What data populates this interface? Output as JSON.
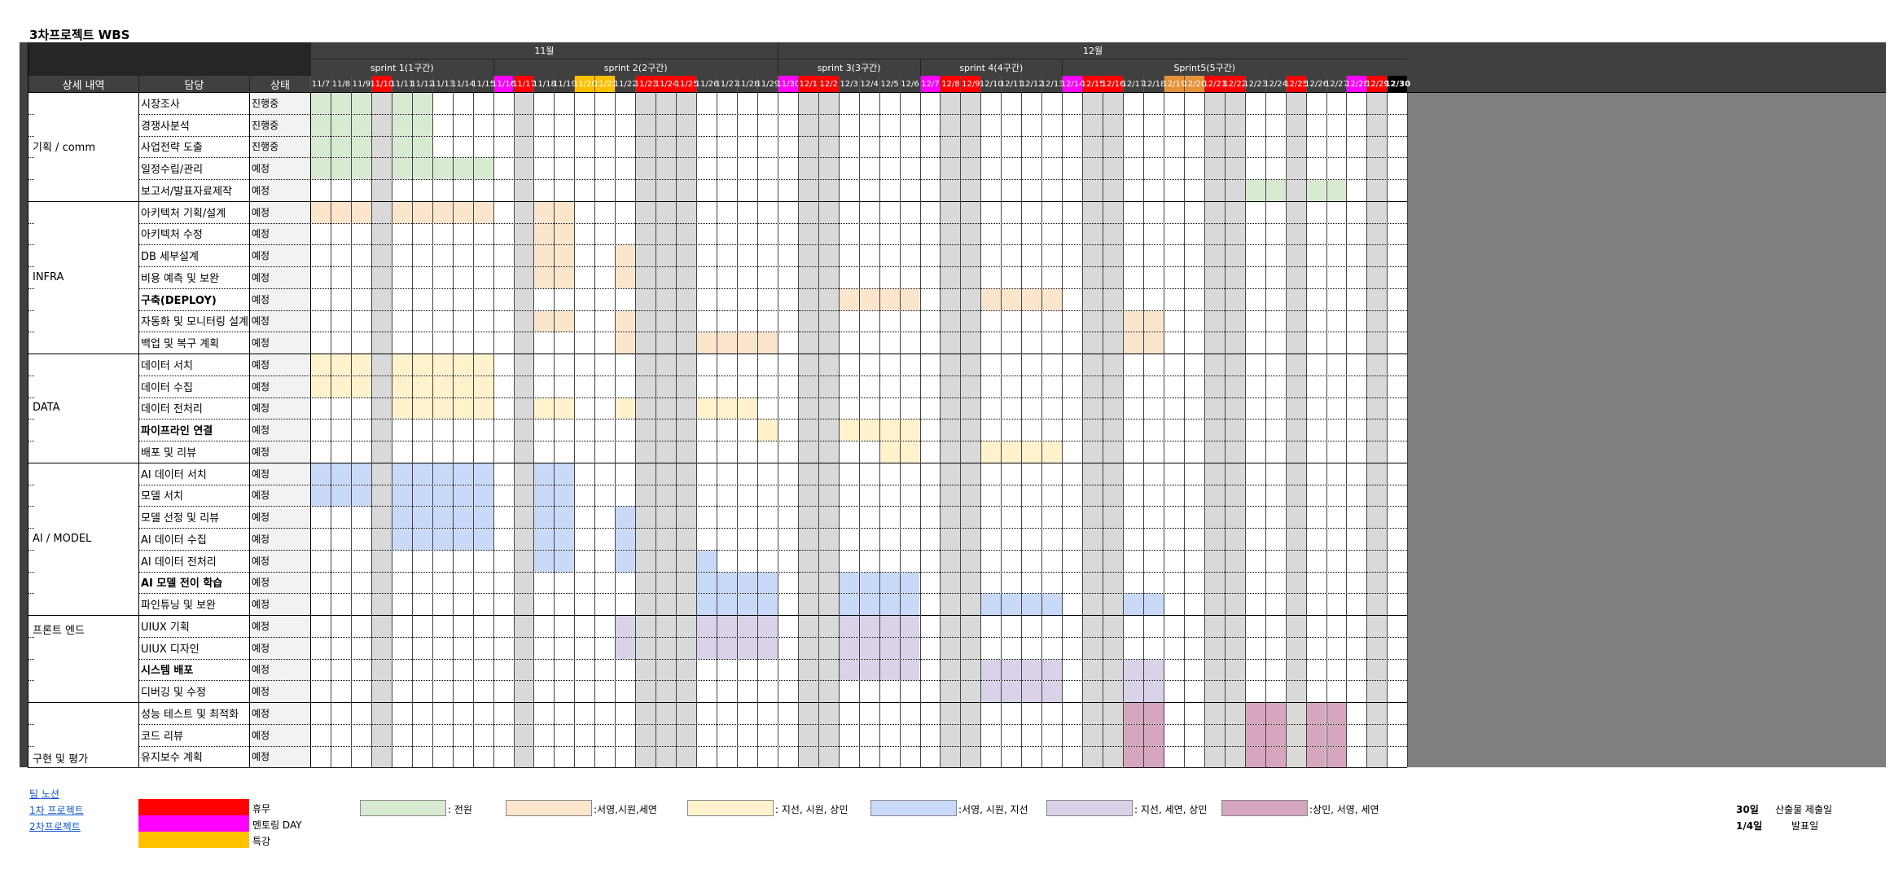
{
  "title": "3차프로젝트 WBS",
  "colors": {
    "header_bg": "#404040",
    "header_dark": "#262626",
    "weekend": "#d9d9d9",
    "holiday": "#ff0000",
    "mentoring": "#ff00ff",
    "lecture": "#ffc000",
    "all": "#d9ead3",
    "infra": "#fce5cd",
    "data": "#fff2cc",
    "ai": "#c9daf8",
    "front": "#d9d2e9",
    "eval": "#d5a6bd",
    "orange_special": "#e69138",
    "last_col": "#7f7f7f"
  },
  "header": {
    "col_detail": "상세 내역",
    "col_owner": "담당",
    "col_status": "상태",
    "months": [
      "11월",
      "12월"
    ],
    "sprints": [
      "sprint 1(1구간)",
      "sprint 2(2구간)",
      "sprint 3(3구간)",
      "sprint 4(4구간)",
      "Sprint5(5구간)"
    ]
  },
  "days": [
    {
      "label": "11/7",
      "type": "normal"
    },
    {
      "label": "11/8",
      "type": "normal"
    },
    {
      "label": "11/9",
      "type": "normal"
    },
    {
      "label": "11/10",
      "type": "holiday"
    },
    {
      "label": "11/11",
      "type": "normal"
    },
    {
      "label": "11/12",
      "type": "normal"
    },
    {
      "label": "11/13",
      "type": "normal"
    },
    {
      "label": "11/14",
      "type": "normal"
    },
    {
      "label": "11/15",
      "type": "normal"
    },
    {
      "label": "11/16",
      "type": "mentoring"
    },
    {
      "label": "11/17",
      "type": "holiday"
    },
    {
      "label": "11/18",
      "type": "normal"
    },
    {
      "label": "11/19",
      "type": "normal"
    },
    {
      "label": "11/20",
      "type": "lecture"
    },
    {
      "label": "11/21",
      "type": "lecture"
    },
    {
      "label": "11/22",
      "type": "normal"
    },
    {
      "label": "11/23",
      "type": "holiday"
    },
    {
      "label": "11/24",
      "type": "holiday"
    },
    {
      "label": "11/25",
      "type": "holiday"
    },
    {
      "label": "11/26",
      "type": "normal"
    },
    {
      "label": "11/27",
      "type": "normal"
    },
    {
      "label": "11/28",
      "type": "normal"
    },
    {
      "label": "11/29",
      "type": "normal"
    },
    {
      "label": "11/30",
      "type": "mentoring"
    },
    {
      "label": "12/1",
      "type": "holiday"
    },
    {
      "label": "12/2",
      "type": "holiday"
    },
    {
      "label": "12/3",
      "type": "normal"
    },
    {
      "label": "12/4",
      "type": "normal"
    },
    {
      "label": "12/5",
      "type": "normal"
    },
    {
      "label": "12/6",
      "type": "normal"
    },
    {
      "label": "12/7",
      "type": "mentoring"
    },
    {
      "label": "12/8",
      "type": "holiday"
    },
    {
      "label": "12/9",
      "type": "holiday"
    },
    {
      "label": "12/10",
      "type": "normal"
    },
    {
      "label": "12/11",
      "type": "normal"
    },
    {
      "label": "12/12",
      "type": "normal"
    },
    {
      "label": "12/13",
      "type": "normal"
    },
    {
      "label": "12/14",
      "type": "mentoring"
    },
    {
      "label": "12/15",
      "type": "holiday"
    },
    {
      "label": "12/16",
      "type": "holiday"
    },
    {
      "label": "12/17",
      "type": "normal"
    },
    {
      "label": "12/18",
      "type": "normal"
    },
    {
      "label": "12/19",
      "type": "orange"
    },
    {
      "label": "12/20",
      "type": "orange"
    },
    {
      "label": "12/21",
      "type": "holiday"
    },
    {
      "label": "12/22",
      "type": "holiday"
    },
    {
      "label": "12/23",
      "type": "normal"
    },
    {
      "label": "12/24",
      "type": "normal"
    },
    {
      "label": "12/25",
      "type": "holiday"
    },
    {
      "label": "12/26",
      "type": "normal"
    },
    {
      "label": "12/27",
      "type": "normal"
    },
    {
      "label": "12/28",
      "type": "mentoring"
    },
    {
      "label": "12/29",
      "type": "holiday"
    },
    {
      "label": "12/30",
      "type": "black"
    }
  ],
  "weekend_cols": [
    3,
    10,
    16,
    17,
    18,
    24,
    25,
    31,
    32,
    38,
    39,
    44,
    45,
    48,
    52
  ],
  "categories": [
    {
      "label": "기획 / comm",
      "align": "center",
      "rows": 5
    },
    {
      "label": "INFRA",
      "align": "center",
      "rows": 7
    },
    {
      "label": "DATA",
      "align": "center",
      "rows": 5
    },
    {
      "label": "AI / MODEL",
      "align": "center",
      "rows": 7
    },
    {
      "label": "프론트 엔드",
      "align": "top",
      "rows": 4
    },
    {
      "label": "구현 및 평가",
      "align": "bottom",
      "rows": 3
    }
  ],
  "tasks": [
    {
      "name": "시장조사",
      "status": "진행중",
      "bold": false,
      "color": "all",
      "cols": [
        0,
        1,
        2,
        4,
        5
      ]
    },
    {
      "name": "경쟁사분석",
      "status": "진행중",
      "bold": false,
      "color": "all",
      "cols": [
        0,
        1,
        2,
        4,
        5
      ]
    },
    {
      "name": "사업전략 도출",
      "status": "진행중",
      "bold": false,
      "color": "all",
      "cols": [
        0,
        1,
        2,
        4,
        5
      ]
    },
    {
      "name": "일정수립/관리",
      "status": "예정",
      "bold": false,
      "color": "all",
      "cols": [
        0,
        1,
        2,
        4,
        5,
        6,
        7,
        8
      ]
    },
    {
      "name": "보고서/발표자료제작",
      "status": "예정",
      "bold": false,
      "color": "all",
      "cols": [
        46,
        47,
        49,
        50
      ]
    },
    {
      "name": "아키텍처 기획/설계",
      "status": "예정",
      "bold": false,
      "color": "infra",
      "cols": [
        0,
        1,
        2,
        4,
        5,
        6,
        7,
        8,
        11,
        12
      ]
    },
    {
      "name": "아키텍처 수정",
      "status": "예정",
      "bold": false,
      "color": "infra",
      "cols": [
        11,
        12
      ]
    },
    {
      "name": "DB 세부설계",
      "status": "예정",
      "bold": false,
      "color": "infra",
      "cols": [
        11,
        12,
        15
      ]
    },
    {
      "name": "비용 예측 및 보완",
      "status": "예정",
      "bold": false,
      "color": "infra",
      "cols": [
        11,
        12,
        15
      ]
    },
    {
      "name": "구축(DEPLOY)",
      "status": "예정",
      "bold": true,
      "color": "infra",
      "cols": [
        26,
        27,
        28,
        29,
        33,
        34,
        35,
        36
      ]
    },
    {
      "name": "자동화 및 모니터링 설계",
      "status": "예정",
      "bold": false,
      "color": "infra",
      "cols": [
        11,
        12,
        15,
        40,
        41
      ]
    },
    {
      "name": "백업 및 복구 계획",
      "status": "예정",
      "bold": false,
      "color": "infra",
      "cols": [
        15,
        19,
        20,
        21,
        22,
        40,
        41
      ]
    },
    {
      "name": "데이터 서치",
      "status": "예정",
      "bold": false,
      "color": "data",
      "cols": [
        0,
        1,
        2,
        4,
        5,
        6,
        7,
        8
      ]
    },
    {
      "name": "데이터 수집",
      "status": "예정",
      "bold": false,
      "color": "data",
      "cols": [
        0,
        1,
        2,
        4,
        5,
        6,
        7,
        8
      ]
    },
    {
      "name": "데이터 전처리",
      "status": "예정",
      "bold": false,
      "color": "data",
      "cols": [
        4,
        5,
        6,
        7,
        8,
        11,
        12,
        15,
        19,
        20,
        21
      ]
    },
    {
      "name": "파이프라인 연결",
      "status": "예정",
      "bold": true,
      "color": "data",
      "cols": [
        22,
        26,
        27,
        28,
        29
      ]
    },
    {
      "name": "배포 및 리뷰",
      "status": "예정",
      "bold": false,
      "color": "data",
      "cols": [
        28,
        29,
        33,
        34,
        35,
        36
      ]
    },
    {
      "name": "AI 데이터 서치",
      "status": "예정",
      "bold": false,
      "color": "ai",
      "cols": [
        0,
        1,
        2,
        4,
        5,
        6,
        7,
        8,
        11,
        12
      ]
    },
    {
      "name": "모델 서치",
      "status": "예정",
      "bold": false,
      "color": "ai",
      "cols": [
        0,
        1,
        2,
        4,
        5,
        6,
        7,
        8,
        11,
        12
      ]
    },
    {
      "name": "모델 선정 및 리뷰",
      "status": "예정",
      "bold": false,
      "color": "ai",
      "cols": [
        4,
        5,
        6,
        7,
        8,
        11,
        12,
        15
      ]
    },
    {
      "name": "AI 데이터 수집",
      "status": "예정",
      "bold": false,
      "color": "ai",
      "cols": [
        4,
        5,
        6,
        7,
        8,
        11,
        12,
        15
      ]
    },
    {
      "name": "AI 데이터 전처리",
      "status": "예정",
      "bold": false,
      "color": "ai",
      "cols": [
        11,
        12,
        15,
        19
      ]
    },
    {
      "name": "AI 모델 전이 학습",
      "status": "예정",
      "bold": true,
      "color": "ai",
      "cols": [
        19,
        20,
        21,
        22,
        26,
        27,
        28,
        29
      ]
    },
    {
      "name": "파인튜닝 및 보완",
      "status": "예정",
      "bold": false,
      "color": "ai",
      "cols": [
        19,
        20,
        21,
        22,
        26,
        27,
        28,
        29,
        33,
        34,
        35,
        36,
        40,
        41
      ]
    },
    {
      "name": "UIUX 기획",
      "status": "예정",
      "bold": false,
      "color": "front",
      "cols": [
        15,
        19,
        20,
        21,
        22,
        26,
        27,
        28,
        29
      ]
    },
    {
      "name": "UIUX 디자인",
      "status": "예정",
      "bold": false,
      "color": "front",
      "cols": [
        15,
        19,
        20,
        21,
        22,
        26,
        27,
        28,
        29
      ]
    },
    {
      "name": "시스템 배포",
      "status": "예정",
      "bold": true,
      "color": "front",
      "cols": [
        26,
        27,
        28,
        29,
        33,
        34,
        35,
        36,
        40,
        41
      ]
    },
    {
      "name": "디버깅 및 수정",
      "status": "예정",
      "bold": false,
      "color": "front",
      "cols": [
        33,
        34,
        35,
        36,
        40,
        41
      ]
    },
    {
      "name": "성능 테스트 및 최적화",
      "status": "예정",
      "bold": false,
      "color": "eval",
      "cols": [
        40,
        41,
        46,
        47,
        49,
        50
      ]
    },
    {
      "name": "코드 리뷰",
      "status": "예정",
      "bold": false,
      "color": "eval",
      "cols": [
        40,
        41,
        46,
        47,
        49,
        50
      ]
    },
    {
      "name": "유지보수 계획",
      "status": "예정",
      "bold": false,
      "color": "eval",
      "cols": [
        40,
        41,
        46,
        47,
        49,
        50
      ]
    }
  ],
  "links": [
    "팀 노션",
    "1차 프로젝트",
    "2차프로젝트"
  ],
  "day_legend": [
    {
      "color": "holiday",
      "label": "휴무"
    },
    {
      "color": "mentoring",
      "label": "멘토링 DAY"
    },
    {
      "color": "lecture",
      "label": "특강"
    }
  ],
  "team_legend": [
    {
      "color": "all",
      "label": ": 전원"
    },
    {
      "color": "infra",
      "label": ":서영,시원,세연"
    },
    {
      "color": "data",
      "label": ": 지선, 시원, 상민"
    },
    {
      "color": "ai",
      "label": ":서영, 시원, 지선"
    },
    {
      "color": "front",
      "label": ": 지선, 세연, 상민"
    },
    {
      "color": "eval",
      "label": ":상민, 서영, 세연"
    }
  ],
  "dates_note": [
    {
      "date": "30일",
      "desc": "산출물 제출일"
    },
    {
      "date": "1/4일",
      "desc": "발표일"
    }
  ]
}
